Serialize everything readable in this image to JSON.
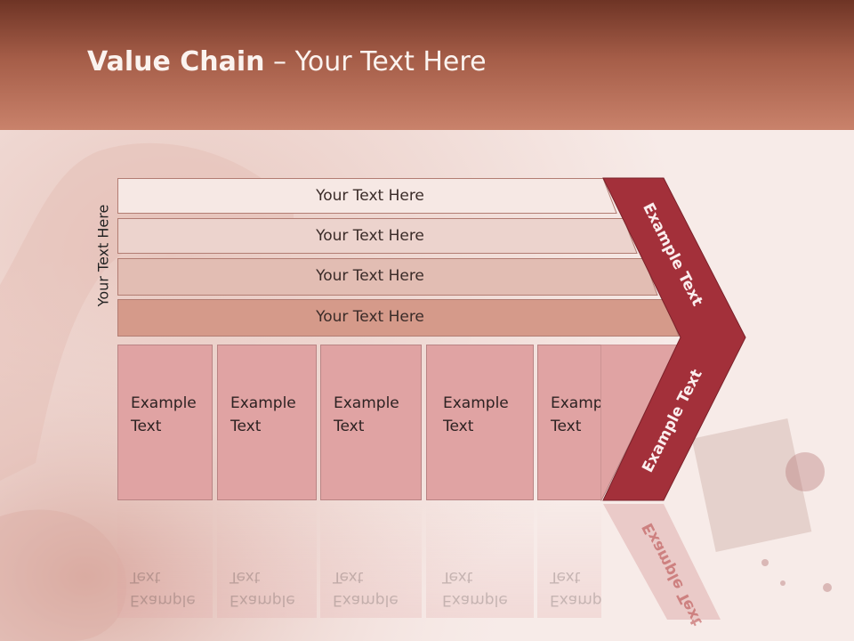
{
  "slide": {
    "title_bold": "Value Chain",
    "title_rest": " – Your Text Here"
  },
  "side_label": "Your Text Here",
  "bars": [
    {
      "label": "Your Text Here",
      "fill": "#f6e8e4",
      "stroke": "#b27d73"
    },
    {
      "label": "Your Text Here",
      "fill": "#ecd3cd",
      "stroke": "#b27d73"
    },
    {
      "label": "Your Text Here",
      "fill": "#e2bdb3",
      "stroke": "#b27d73"
    },
    {
      "label": "Your Text Here",
      "fill": "#d59a8a",
      "stroke": "#b27d73"
    }
  ],
  "boxes": [
    {
      "line1": "Example",
      "line2": "Text"
    },
    {
      "line1": "Example",
      "line2": "Text"
    },
    {
      "line1": "Example",
      "line2": "Text"
    },
    {
      "line1": "Example",
      "line2": "Text"
    },
    {
      "line1": "Example",
      "line2": "Text"
    }
  ],
  "chevron": {
    "top_label": "Example Text",
    "bottom_label": "Example Text",
    "color": "#a3303a"
  }
}
